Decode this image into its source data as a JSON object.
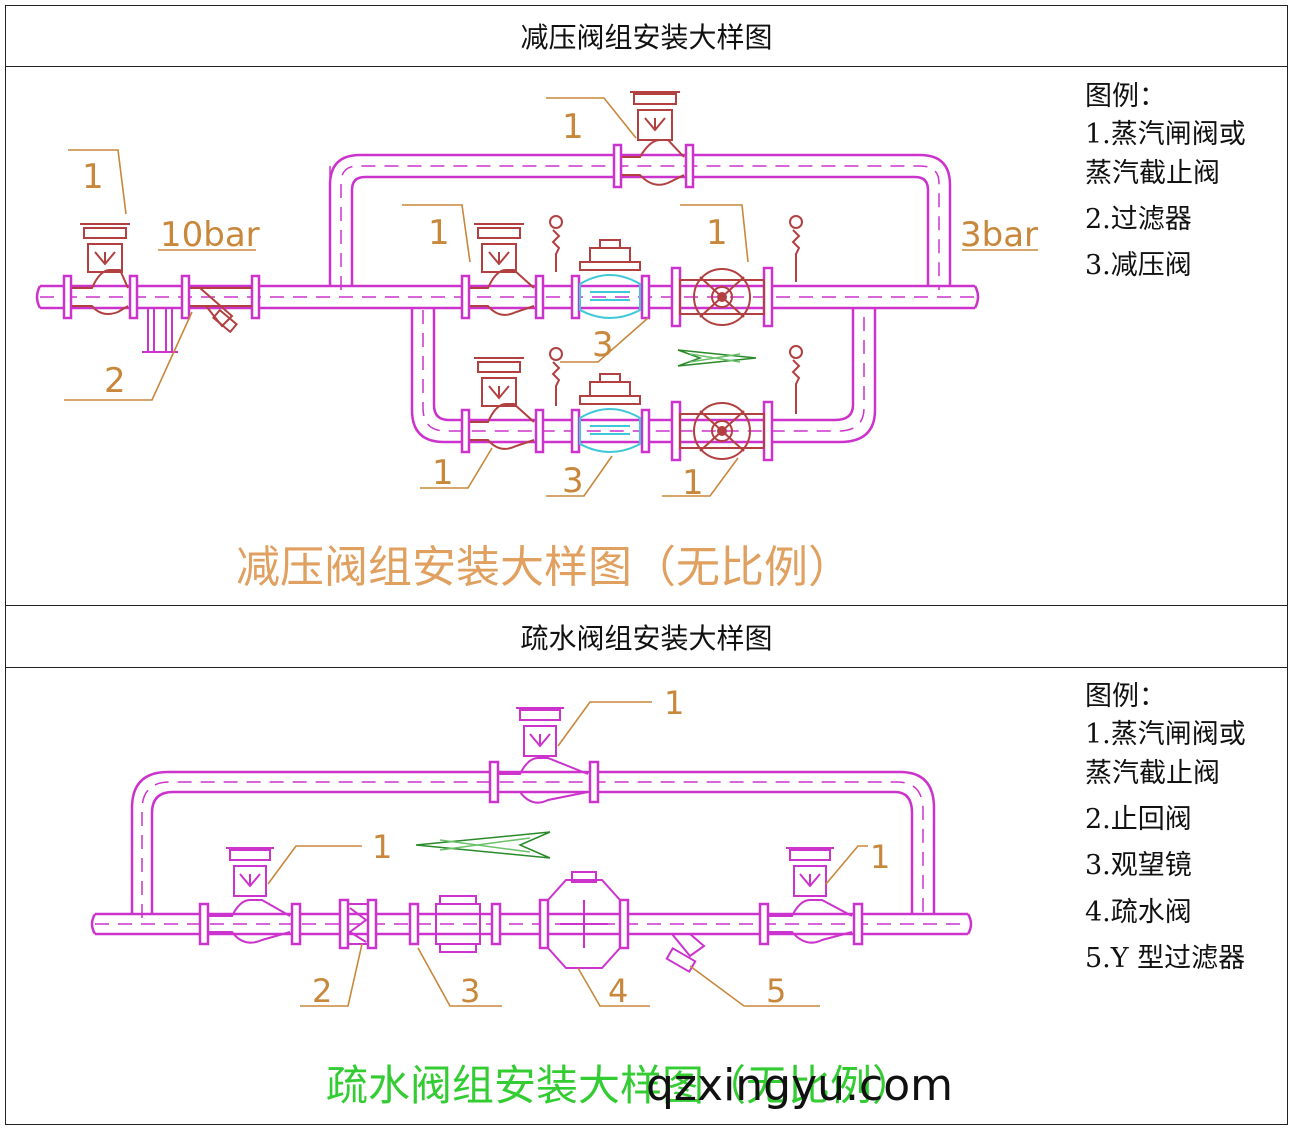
{
  "section1": {
    "header": "减压阀组安装大样图",
    "caption": "减压阀组安装大样图（无比例）",
    "legend_title": "图例：",
    "legend_items": [
      "1.蒸汽闸阀或蒸汽截止阀",
      "2.过滤器",
      "3.减压阀"
    ],
    "pressure_in": "10bar",
    "pressure_out": "3bar",
    "labels": [
      "1",
      "1",
      "1",
      "1",
      "1",
      "1",
      "2",
      "3",
      "3"
    ]
  },
  "section2": {
    "header": "疏水阀组安装大样图",
    "caption": "疏水阀组安装大样图（无比例）",
    "legend_title": "图例：",
    "legend_items": [
      "1.蒸汽闸阀或蒸汽截止阀",
      "2.止回阀",
      "3.观望镜",
      "4.疏水阀",
      "5.Y 型过滤器"
    ],
    "labels": [
      "1",
      "1",
      "1",
      "2",
      "3",
      "4",
      "5"
    ]
  },
  "watermark": "qzxingyu.com",
  "colors": {
    "pipe": "#cc33cc",
    "valve": "#b34040",
    "leader": "#c8873a",
    "caption1": "#e0a060",
    "caption2": "#33cc33",
    "reducer": "#40c8d8"
  }
}
